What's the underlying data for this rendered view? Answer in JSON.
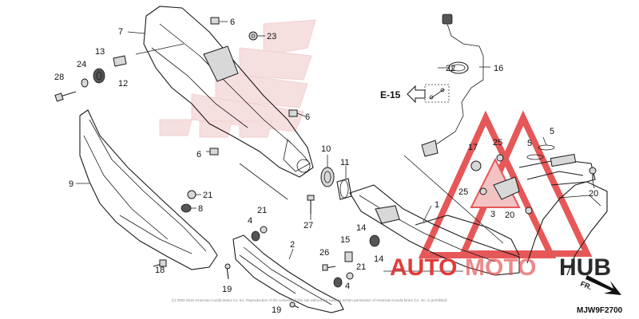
{
  "labels": {
    "p1": "1",
    "p2": "2",
    "p3": "3",
    "p4a": "4",
    "p4b": "4",
    "p5a": "5",
    "p5b": "5",
    "p6a": "6",
    "p6b": "6",
    "p6c": "6",
    "p7": "7",
    "p8": "8",
    "p9": "9",
    "p10": "10",
    "p11": "11",
    "p12": "12",
    "p13": "13",
    "p14a": "14",
    "p14b": "14",
    "p15": "15",
    "p16": "16",
    "p17": "17",
    "p18": "18",
    "p19a": "19",
    "p19b": "19",
    "p20a": "20",
    "p20b": "20",
    "p21a": "21",
    "p21b": "21",
    "p21c": "21",
    "p22": "22",
    "p23": "23",
    "p24": "24",
    "p25a": "25",
    "p25b": "25",
    "p26": "26",
    "p27": "27",
    "p28": "28"
  },
  "reference": {
    "label": "E-15"
  },
  "direction": {
    "label": "FR."
  },
  "diagram_code": "MJW9F2700",
  "copyright": "(c) 2002-2016 American Honda Motor Co. Inc. Reproduction of the contents of this site without the express written permission of American Honda Motor Co. Inc. is prohibited",
  "watermark": {
    "text_a": "AUTO",
    "text_b": "MOTO",
    "text_c": "HUB"
  },
  "colors": {
    "watermark_red": "#e23b3b",
    "watermark_dark": "#2b2b2b",
    "ghost_logo": "#f4d8d8"
  }
}
